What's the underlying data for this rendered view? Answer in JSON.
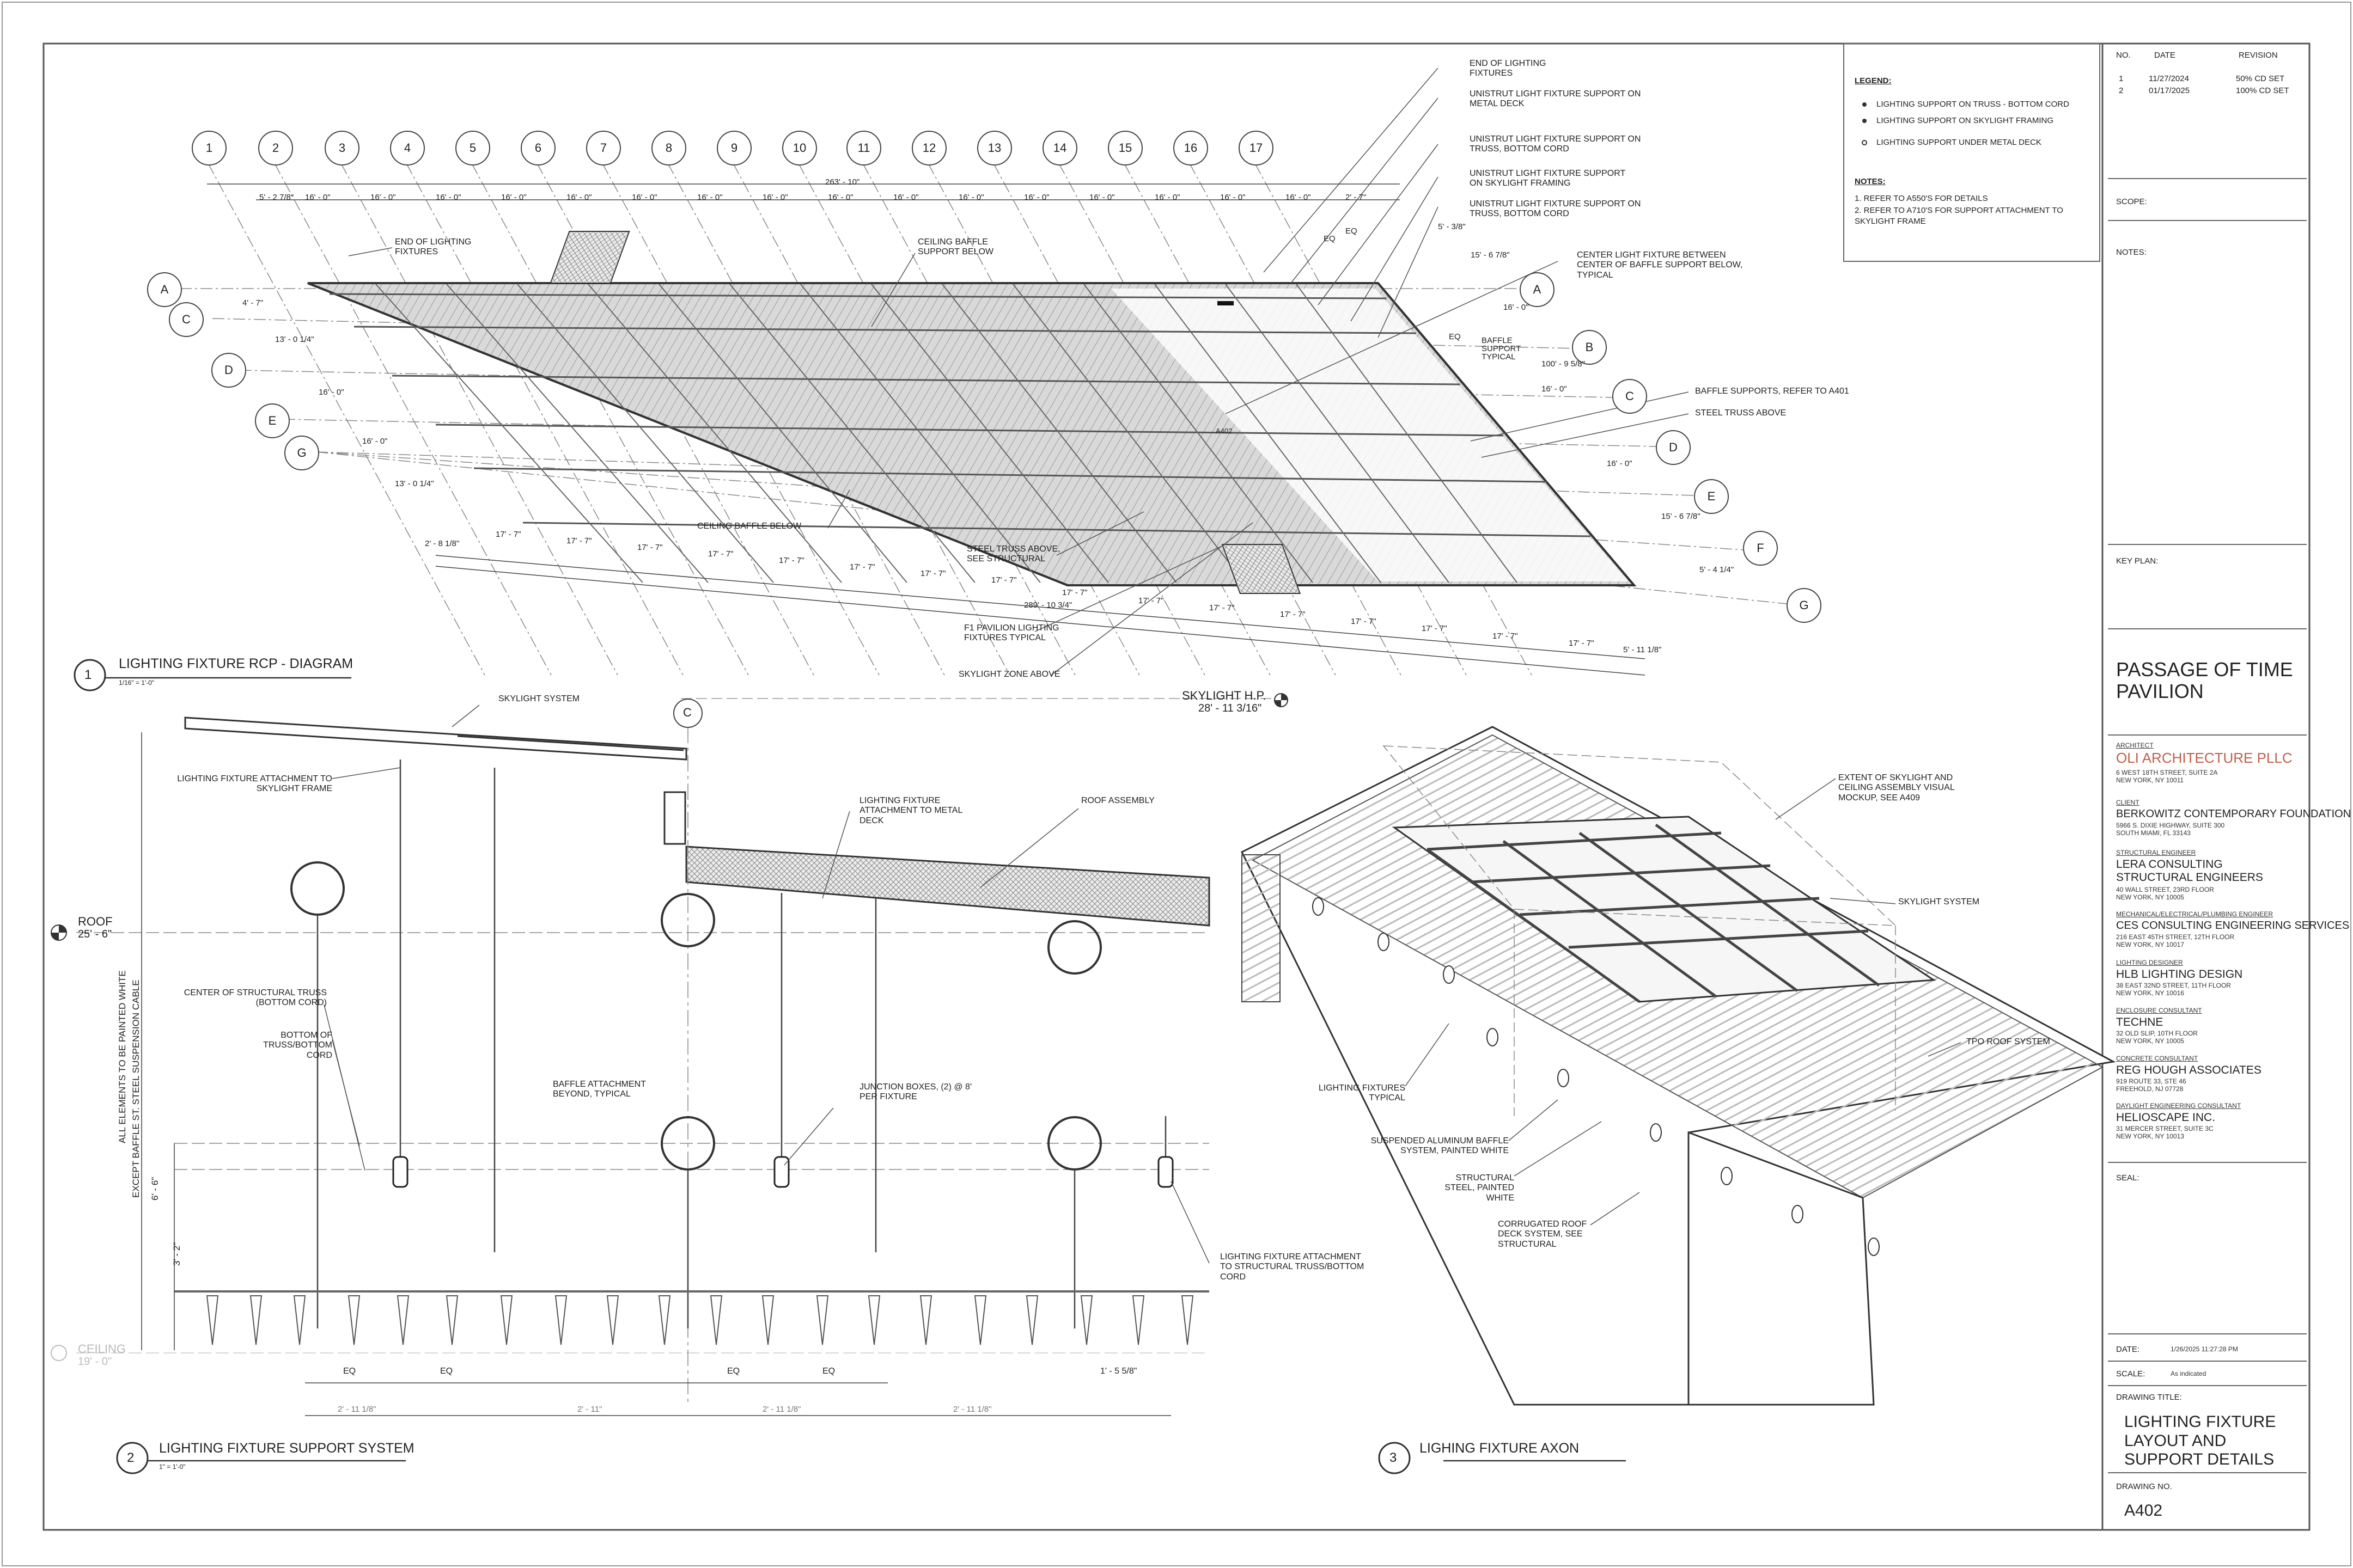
{
  "sheet": {
    "project_title": "PASSAGE OF TIME PAVILION",
    "drawing_title": "LIGHTING FIXTURE LAYOUT AND SUPPORT DETAILS",
    "drawing_no_label": "DRAWING NO.",
    "drawing_no": "A402",
    "drawing_title_label": "DRAWING TITLE:",
    "date_label": "DATE:",
    "date_value": "1/26/2025 11:27:28 PM",
    "scale_label": "SCALE:",
    "scale_value": "As indicated",
    "scope_label": "SCOPE:",
    "notes_label": "NOTES:",
    "key_plan_label": "KEY PLAN:",
    "seal_label": "SEAL:"
  },
  "revisions": {
    "headers": [
      "NO.",
      "DATE",
      "REVISION"
    ],
    "rows": [
      {
        "no": "1",
        "date": "11/27/2024",
        "rev": "50% CD SET"
      },
      {
        "no": "2",
        "date": "01/17/2025",
        "rev": "100% CD SET"
      }
    ]
  },
  "team": [
    {
      "role": "ARCHITECT",
      "name": "OLI ARCHITECTURE PLLC",
      "addr1": "6 WEST 18TH STREET, SUITE 2A",
      "addr2": "NEW YORK, NY 10011"
    },
    {
      "role": "CLIENT",
      "name": "BERKOWITZ CONTEMPORARY FOUNDATION",
      "addr1": "5966 S. DIXIE HIGHWAY, SUITE 300",
      "addr2": "SOUTH MIAMI, FL 33143"
    },
    {
      "role": "STRUCTURAL ENGINEER",
      "name": "LERA CONSULTING STRUCTURAL ENGINEERS",
      "addr1": "40 WALL STREET, 23RD FLOOR",
      "addr2": "NEW YORK, NY 10005"
    },
    {
      "role": "MECHANICAL/ELECTRICAL/PLUMBING ENGINEER",
      "name": "CES CONSULTING ENGINEERING SERVICES",
      "addr1": "216 EAST 45TH STREET, 12TH FLOOR",
      "addr2": "NEW YORK, NY 10017"
    },
    {
      "role": "LIGHTING DESIGNER",
      "name": "HLB LIGHTING DESIGN",
      "addr1": "38 EAST 32ND STREET, 11TH FLOOR",
      "addr2": "NEW YORK, NY 10016"
    },
    {
      "role": "ENCLOSURE CONSULTANT",
      "name": "TECHNE",
      "addr1": "32 OLD SLIP, 10TH FLOOR",
      "addr2": "NEW YORK, NY 10005"
    },
    {
      "role": "CONCRETE CONSULTANT",
      "name": "REG HOUGH ASSOCIATES",
      "addr1": "919 ROUTE 33, STE 46",
      "addr2": "FREEHOLD, NJ 07728"
    },
    {
      "role": "DAYLIGHT ENGINEERING CONSULTANT",
      "name": "HELIOSCAPE INC.",
      "addr1": "31 MERCER STREET, SUITE 3C",
      "addr2": "NEW YORK, NY 10013"
    }
  ],
  "legend": {
    "title": "LEGEND:",
    "items": [
      "LIGHTING SUPPORT ON TRUSS - BOTTOM CORD",
      "LIGHTING SUPPORT ON SKYLIGHT FRAMING",
      "LIGHTING SUPPORT UNDER METAL DECK"
    ],
    "notes_title": "NOTES:",
    "notes": [
      "1. REFER TO A550'S FOR DETAILS",
      "2. REFER TO A710'S FOR SUPPORT ATTACHMENT TO",
      "SKYLIGHT FRAME"
    ]
  },
  "views": [
    {
      "num": "1",
      "title": "LIGHTING FIXTURE RCP - DIAGRAM",
      "scale": "1/16\" = 1'-0\""
    },
    {
      "num": "2",
      "title": "LIGHTING FIXTURE SUPPORT SYSTEM",
      "scale": "1\" = 1'-0\""
    },
    {
      "num": "3",
      "title": "LIGHING FIXTURE AXON",
      "scale": ""
    }
  ],
  "grid_numbers": [
    "1",
    "2",
    "3",
    "4",
    "5",
    "6",
    "7",
    "8",
    "9",
    "10",
    "11",
    "12",
    "13",
    "14",
    "15",
    "16",
    "17"
  ],
  "grid_letters_left": [
    "A",
    "C",
    "D",
    "E",
    "G"
  ],
  "grid_letters_right": [
    "A",
    "B",
    "C",
    "D",
    "E",
    "F",
    "G"
  ],
  "dims": {
    "overall_top": "263' - 10\"",
    "top_first": "5' - 2 7/8\"",
    "top_bay": "16' - 0\"",
    "top_last": "2' - 7\"",
    "overall_bottom": "289' - 10 3/4\"",
    "bottom_first": "2' - 8 1/8\"",
    "bottom_bay": "17' - 7\"",
    "bottom_last": "5' - 11 1/8\"",
    "left_1": "4' - 7\"",
    "left_2": "13' - 0 1/4\"",
    "left_3": "16' - 0\"",
    "left_4": "16' - 0\"",
    "left_5": "13' - 0 1/4\"",
    "right_overall": "100' - 9 5/8\"",
    "right_1": "5' - 3/8\"",
    "right_2": "15' - 6 7/8\"",
    "right_3": "16' - 0\"",
    "right_4": "16' - 0\"",
    "right_5": "16' - 0\"",
    "right_6": "15' - 6 7/8\"",
    "right_7": "5' - 4 1/4\"",
    "eq": "EQ",
    "s2_dim1": "2' - 11 1/8\"",
    "s2_dim2": "2' - 11\"",
    "s2_dim3": "2' - 11 1/8\"",
    "s2_dim4": "2' - 11 1/8\"",
    "s2_dim5": "1' - 5 5/8\"",
    "s2_v1": "6' - 6\"",
    "s2_v2": "3' - 2\""
  },
  "rcp_callouts": {
    "end_lighting_left": "END OF LIGHTING FIXTURES",
    "ceiling_baffle_support": "CEILING BAFFLE SUPPORT BELOW",
    "ceiling_baffle_below": "CEILING BAFFLE BELOW",
    "steel_truss_see": "STEEL TRUSS ABOVE, SEE STRUCTURAL",
    "f1_pavilion": "F1 PAVILION LIGHTING FIXTURES TYPICAL",
    "skylight_zone": "SKYLIGHT ZONE ABOVE",
    "end_lighting_right": "END OF LIGHTING FIXTURES",
    "unistrut_deck": "UNISTRUT LIGHT FIXTURE SUPPORT ON METAL DECK",
    "unistrut_truss": "UNISTRUT LIGHT FIXTURE SUPPORT ON TRUSS, BOTTOM CORD",
    "unistrut_skylight": "UNISTRUT LIGHT FIXTURE SUPPORT ON SKYLIGHT FRAMING",
    "unistrut_truss2": "UNISTRUT LIGHT FIXTURE SUPPORT ON TRUSS, BOTTOM CORD",
    "center_light": "CENTER LIGHT FIXTURE BETWEEN CENTER OF BAFFLE SUPPORT BELOW, TYPICAL",
    "baffle_supports": "BAFFLE SUPPORTS, REFER TO A401",
    "steel_truss_above": "STEEL TRUSS ABOVE",
    "baffle_support_typ": "BAFFLE SUPPORT TYPICAL",
    "tag_a402": "A402"
  },
  "section_callouts": {
    "skylight_system": "SKYLIGHT SYSTEM",
    "skylight_hp": "SKYLIGHT H.P.",
    "skylight_hp_elev": "28' - 11 3/16\"",
    "grid_c": "C",
    "attach_skylight": "LIGHTING FIXTURE ATTACHMENT TO SKYLIGHT FRAME",
    "attach_deck": "LIGHTING FIXTURE ATTACHMENT TO METAL DECK",
    "roof_assembly": "ROOF ASSEMBLY",
    "roof": "ROOF",
    "roof_elev": "25' - 6\"",
    "ceiling": "CEILING",
    "ceiling_elev": "19' - 0\"",
    "center_truss": "CENTER OF STRUCTURAL TRUSS (BOTTOM CORD)",
    "bottom_truss": "BOTTOM OF TRUSS/BOTTOM CORD",
    "baffle_attach": "BAFFLE ATTACHMENT BEYOND, TYPICAL",
    "junction": "JUNCTION BOXES, (2) @ 8' PER FIXTURE",
    "attach_truss": "LIGHTING FIXTURE ATTACHMENT TO STRUCTURAL TRUSS/BOTTOM CORD",
    "vertical_note1": "ALL ELEMENTS TO BE PAINTED WHITE",
    "vertical_note2": "EXCEPT BAFFLE ST. STEEL SUSPENSION CABLE"
  },
  "axon_callouts": {
    "extent": "EXTENT OF SKYLIGHT AND CEILING ASSEMBLY VISUAL MOCKUP, SEE A409",
    "skylight_system": "SKYLIGHT SYSTEM",
    "tpo_roof": "TPO ROOF SYSTEM",
    "fixtures_typical": "LIGHTING FIXTURES TYPICAL",
    "baffle_system": "SUSPENDED ALUMINUM BAFFLE SYSTEM, PAINTED WHITE",
    "structural_steel": "STRUCTURAL STEEL, PAINTED WHITE",
    "corrugated_deck": "CORRUGATED ROOF DECK SYSTEM, SEE STRUCTURAL"
  }
}
